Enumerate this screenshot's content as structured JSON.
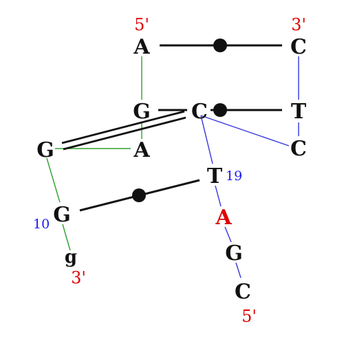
{
  "colors": {
    "nucleotide": "#111111",
    "highlight": "#e00000",
    "strand_green": "#2ca02c",
    "strand_blue": "#3333dd",
    "pair_line": "#111111",
    "end_label": "#e00000",
    "number_label": "#1a1aee"
  },
  "nucleotides": {
    "a_top": "A",
    "c_top_right": "C",
    "g_mid": "G",
    "c_mid": "C",
    "t_right": "T",
    "g_left": "G",
    "a_left": "A",
    "c_right": "C",
    "t_19": "T",
    "g_10": "G",
    "a_red": "A",
    "g_lower": "G",
    "c_bottom": "C",
    "g_small": "g"
  },
  "end_labels": {
    "five_prime_top": "5'",
    "three_prime_top": "3'",
    "three_prime_bottom": "3'",
    "five_prime_bottom": "5'"
  },
  "number_labels": {
    "nineteen": "19",
    "ten": "10"
  }
}
